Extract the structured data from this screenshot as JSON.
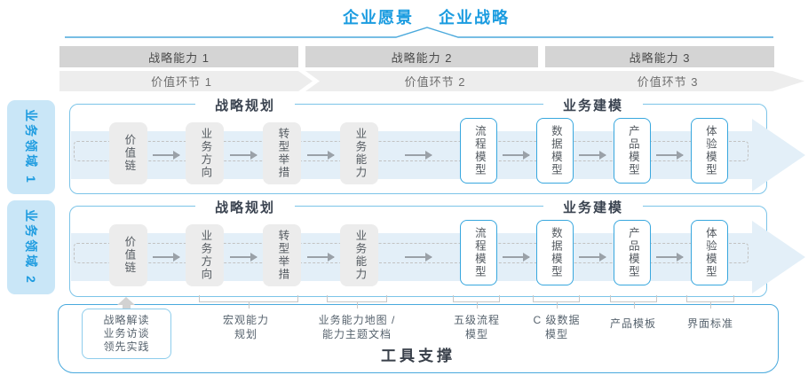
{
  "title": {
    "vision": "企业愿景",
    "strategy": "企业战略"
  },
  "strategic_capabilities": [
    {
      "label": "战略能力 1"
    },
    {
      "label": "战略能力 2"
    },
    {
      "label": "战略能力 3"
    }
  ],
  "value_links": [
    {
      "label": "价值环节 1"
    },
    {
      "label": "价值环节 2"
    },
    {
      "label": "价值环节 3"
    }
  ],
  "business_domains": [
    {
      "label": "业务领域 1"
    },
    {
      "label": "业务领域 2"
    }
  ],
  "panel": {
    "strategic_planning_title": "战略规划",
    "business_modeling_title": "业务建模",
    "planning_boxes": [
      "价值链",
      "业务方向",
      "转型举措",
      "业务能力"
    ],
    "modeling_boxes": [
      "流程模型",
      "数据模型",
      "产品模型",
      "体验模型"
    ]
  },
  "tool_support": {
    "title": "工具支撑",
    "practice_box": {
      "lines": [
        "战略解读",
        "业务访谈",
        "领先实践"
      ]
    },
    "labels": [
      {
        "line1": "宏观能力",
        "line2": "规划"
      },
      {
        "line1": "业务能力地图 /",
        "line2": "能力主题文档"
      },
      {
        "line1": "五级流程",
        "line2": "模型"
      },
      {
        "line1": "C 级数据",
        "line2": "模型"
      },
      {
        "line1": "产品模板",
        "line2": ""
      },
      {
        "line1": "界面标准",
        "line2": ""
      }
    ]
  },
  "colors": {
    "accent_blue": "#1b9ce0",
    "line_blue": "#4aa9dc",
    "panel_border": "#7cc4e8",
    "band_fill": "#e3eff8",
    "bar_gray": "#d4d4d4",
    "chevron_gray": "#ededed",
    "box_gray": "#ececec",
    "box_border_blue": "#38a7de",
    "footer_border": "#49a9dd"
  }
}
